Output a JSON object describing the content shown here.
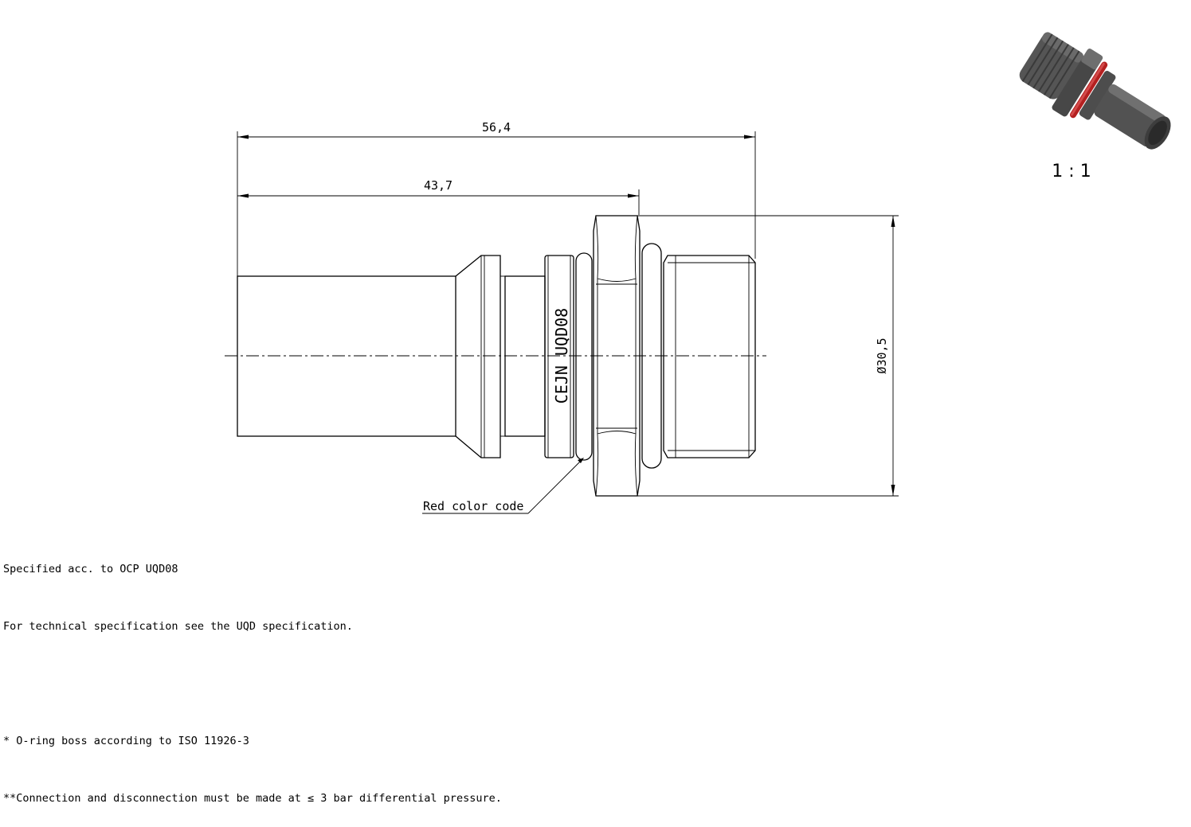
{
  "dimensions": {
    "overall_length": "56,4",
    "partial_length": "43,7",
    "diameter": "Ø30,5"
  },
  "part_marking": "CEJN UQD08",
  "callout": "Red color code",
  "scale": "1 : 1",
  "notes": {
    "line1": "Specified acc. to OCP UQD08",
    "line2": "For technical specification see the UQD specification.",
    "footnote1": "* O-ring boss according to ISO 11926-3",
    "footnote2": "**Connection and disconnection must be made at ≤ 3 bar differential pressure."
  },
  "colors": {
    "ink": "#000000",
    "iso_body": "#4a4a4a",
    "iso_highlight": "#7a7a7a",
    "red_code": "#b42020"
  }
}
